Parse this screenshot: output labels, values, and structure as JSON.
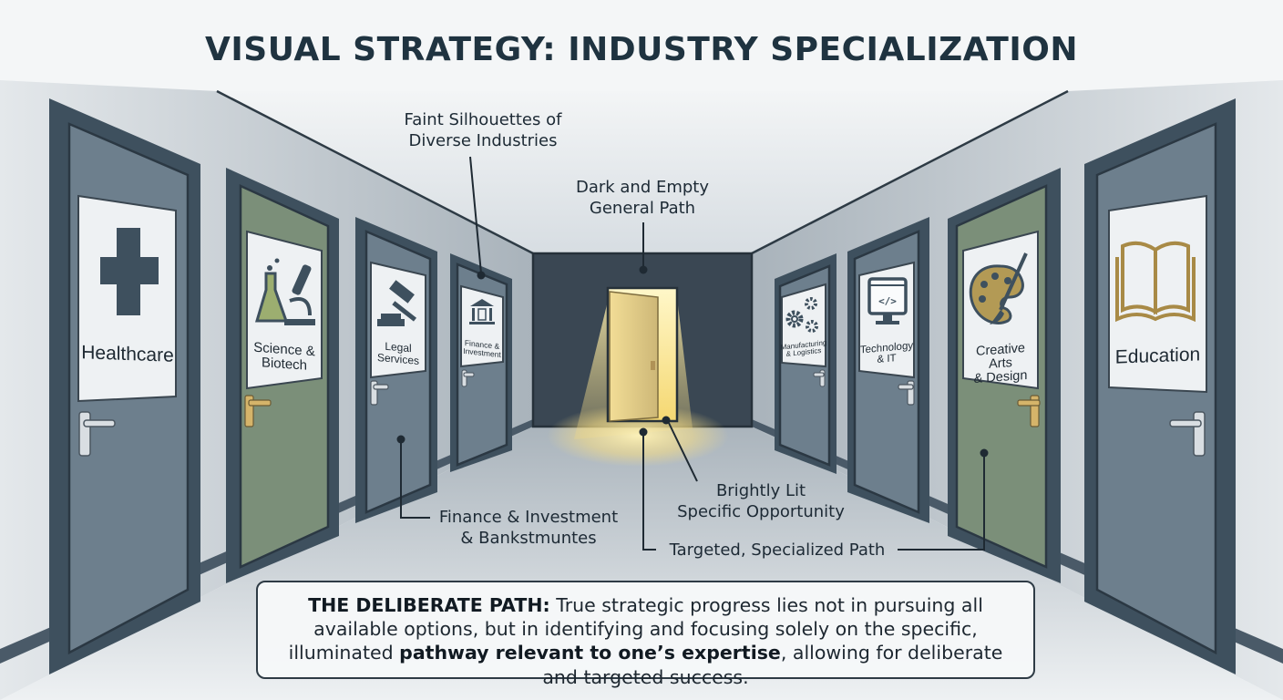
{
  "title": "VISUAL STRATEGY: INDUSTRY SPECIALIZATION",
  "doors": {
    "healthcare": "Healthcare",
    "science_line1": "Science &",
    "science_line2": "Biotech",
    "legal_line1": "Legal",
    "legal_line2": "Services",
    "finance_line1": "Finance &",
    "finance_line2": "Investment",
    "manufacturing_line1": "Manufacturing",
    "manufacturing_line2": "& Logistics",
    "technology_line1": "Technology",
    "technology_line2": "& IT",
    "creative_line1": "Creative Arts",
    "creative_line2": "& Design",
    "education": "Education"
  },
  "callouts": {
    "silhouettes_line1": "Faint Silhouettes of",
    "silhouettes_line2": "Diverse Industries",
    "general_line1": "Dark and Empty",
    "general_line2": "General Path",
    "finance_line1": "Finance & Investment",
    "finance_line2": "& Bankstmuntes",
    "bright_line1": "Brightly Lit",
    "bright_line2": "Specific Opportunity",
    "targeted": "Targeted, Specialized Path"
  },
  "caption": {
    "lead": "THE DELIBERATE PATH:",
    "text1": " True strategic progress lies not in pursuing all available options, but in identifying and focusing solely on the specific, illuminated ",
    "emphasis": "pathway relevant to one’s expertise",
    "text2": ", allowing for deliberate and targeted success."
  },
  "colors": {
    "title": "#1f3340",
    "door_blue": "#6d7f8d",
    "door_green": "#7b8f79",
    "frame": "#3e505e",
    "back_wall": "#3a4753",
    "light": "#f6dc86"
  }
}
